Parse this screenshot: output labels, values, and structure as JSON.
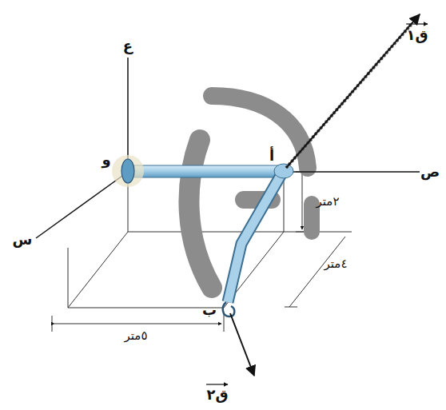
{
  "diagram": {
    "labels": [
      "ع",
      "و",
      "ص",
      "س",
      "أ",
      "ب",
      "٢متر",
      "٤متر",
      "٥متر",
      "ق١",
      "ق٢"
    ]
  }
}
